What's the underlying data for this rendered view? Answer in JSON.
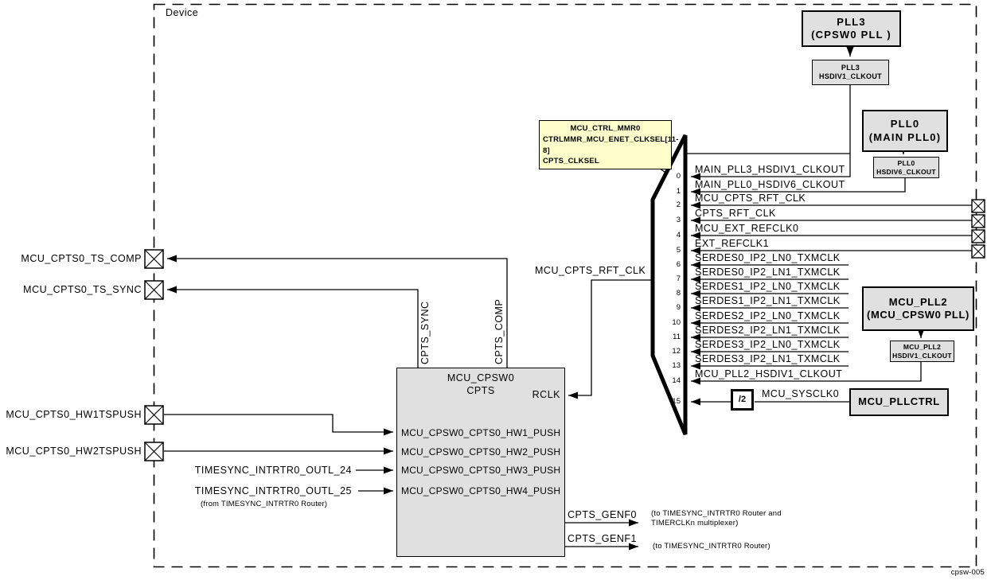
{
  "device_label": "Device",
  "figure_id": "cpsw-005",
  "note_box": {
    "line1": "MCU_CTRL_MMR0",
    "line2": "CTRLMMR_MCU_ENET_CLKSEL[11-8]",
    "line3": "CPTS_CLKSEL"
  },
  "blocks": {
    "pll3": {
      "title": "PLL3",
      "subtitle": "(CPSW0 PLL )"
    },
    "pll3_hsdiv": {
      "line1": "PLL3",
      "line2": "HSDIV1_CLKOUT"
    },
    "pll0": {
      "title": "PLL0",
      "subtitle": "(MAIN PLL0)"
    },
    "pll0_hsdiv": {
      "line1": "PLL0",
      "line2": "HSDIV6_CLKOUT"
    },
    "mcu_pll2": {
      "title": "MCU_PLL2",
      "subtitle": "(MCU_CPSW0 PLL)"
    },
    "mcu_pll2_hsdiv": {
      "line1": "MCU_PLL2",
      "line2": "HSDIV1_CLKOUT"
    },
    "mcu_pllctrl": {
      "title": "MCU_PLLCTRL"
    },
    "divide_by_2": {
      "label": "/2"
    },
    "cpts": {
      "title_line1": "MCU_CPSW0",
      "title_line2": "CPTS",
      "rclk_port": "RCLK",
      "hw_ports": [
        "MCU_CPSW0_CPTS0_HW1_PUSH",
        "MCU_CPSW0_CPTS0_HW2_PUSH",
        "MCU_CPSW0_CPTS0_HW3_PUSH",
        "MCU_CPSW0_CPTS0_HW4_PUSH"
      ],
      "outputs": [
        "CPTS_GENF0",
        "CPTS_GENF1"
      ]
    }
  },
  "mux": {
    "output_label": "MCU_CPTS_RFT_CLK",
    "inputs": [
      {
        "sel": "0",
        "label": "MAIN_PLL3_HSDIV1_CLKOUT"
      },
      {
        "sel": "1",
        "label": "MAIN_PLL0_HSDIV6_CLKOUT"
      },
      {
        "sel": "2",
        "label": "MCU_CPTS_RFT_CLK"
      },
      {
        "sel": "3",
        "label": "CPTS_RFT_CLK"
      },
      {
        "sel": "4",
        "label": "MCU_EXT_REFCLK0"
      },
      {
        "sel": "5",
        "label": "EXT_REFCLK1"
      },
      {
        "sel": "6",
        "label": "SERDES0_IP2_LN0_TXMCLK"
      },
      {
        "sel": "7",
        "label": "SERDES0_IP2_LN1_TXMCLK"
      },
      {
        "sel": "8",
        "label": "SERDES1_IP2_LN0_TXMCLK"
      },
      {
        "sel": "9",
        "label": "SERDES1_IP2_LN1_TXMCLK"
      },
      {
        "sel": "10",
        "label": "SERDES2_IP2_LN0_TXMCLK"
      },
      {
        "sel": "11",
        "label": "SERDES2_IP2_LN1_TXMCLK"
      },
      {
        "sel": "12",
        "label": "SERDES3_IP2_LN0_TXMCLK"
      },
      {
        "sel": "13",
        "label": "SERDES3_IP2_LN1_TXMCLK"
      },
      {
        "sel": "14",
        "label": "MCU_PLL2_HSDIV1_CLKOUT"
      },
      {
        "sel": "15",
        "label": ""
      }
    ]
  },
  "signals": {
    "mcu_sysclk0": "MCU_SYSCLK0",
    "cpts_sync": "CPTS_SYNC",
    "cpts_comp": "CPTS_COMP"
  },
  "left_pads": [
    "MCU_CPTS0_TS_COMP",
    "MCU_CPTS0_TS_SYNC",
    "MCU_CPTS0_HW1TSPUSH",
    "MCU_CPTS0_HW2TSPUSH"
  ],
  "timesync": {
    "outl_24": "TIMESYNC_INTRTR0_OUTL_24",
    "outl_25": "TIMESYNC_INTRTR0_OUTL_25",
    "source_note": "(from TIMESYNC_INTRTR0 Router)"
  },
  "annotations": {
    "genf0_line1": "(to TIMESYNC_INTRTR0 Router and",
    "genf0_line2": "TIMERCLKn multiplexer)",
    "genf1": "(to TIMESYNC_INTRTR0 Router)"
  }
}
